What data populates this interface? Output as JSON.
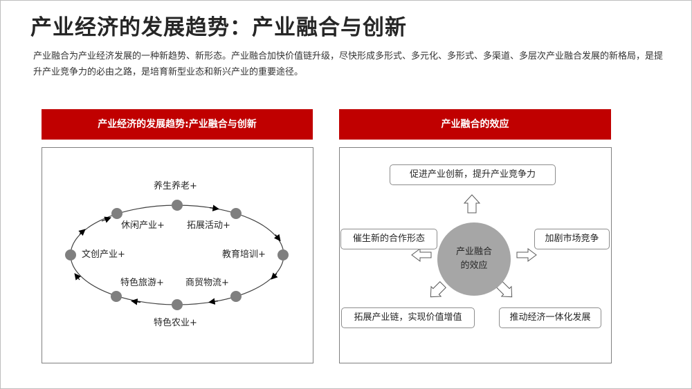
{
  "page": {
    "title": "产业经济的发展趋势：产业融合与创新",
    "intro": "产业融合为产业经济发展的一种新趋势、新形态。产业融合加快价值链升级，尽快形成多形式、多元化、多形式、多渠道、多层次产业融合发展的新格局，是提升产业竞争力的必由之路，是培育新型业态和新兴产业的重要途径。"
  },
  "left_panel": {
    "header": "产业经济的发展趋势:产业融合与创新",
    "cycle_labels": {
      "top": "养生养老+",
      "upper_right": "拓展活动+",
      "right": "教育培训+",
      "lower_right": "商贸物流+",
      "bottom": "特色农业+",
      "lower_left": "特色旅游+",
      "left": "文创产业+",
      "upper_left": "休闲产业+"
    }
  },
  "right_panel": {
    "header": "产业融合的效应",
    "center_line1": "产业融合",
    "center_line2": "的效应",
    "effects": {
      "top": "促进产业创新，提升产业竞争力",
      "left": "催生新的合作形态",
      "right": "加剧市场竞争",
      "bottom_left": "拓展产业链，实现价值增值",
      "bottom_right": "推动经济一体化发展"
    }
  },
  "colors": {
    "accent": "#c00000",
    "node": "#7f7f7f",
    "center": "#a6a6a6",
    "text": "#262626"
  }
}
